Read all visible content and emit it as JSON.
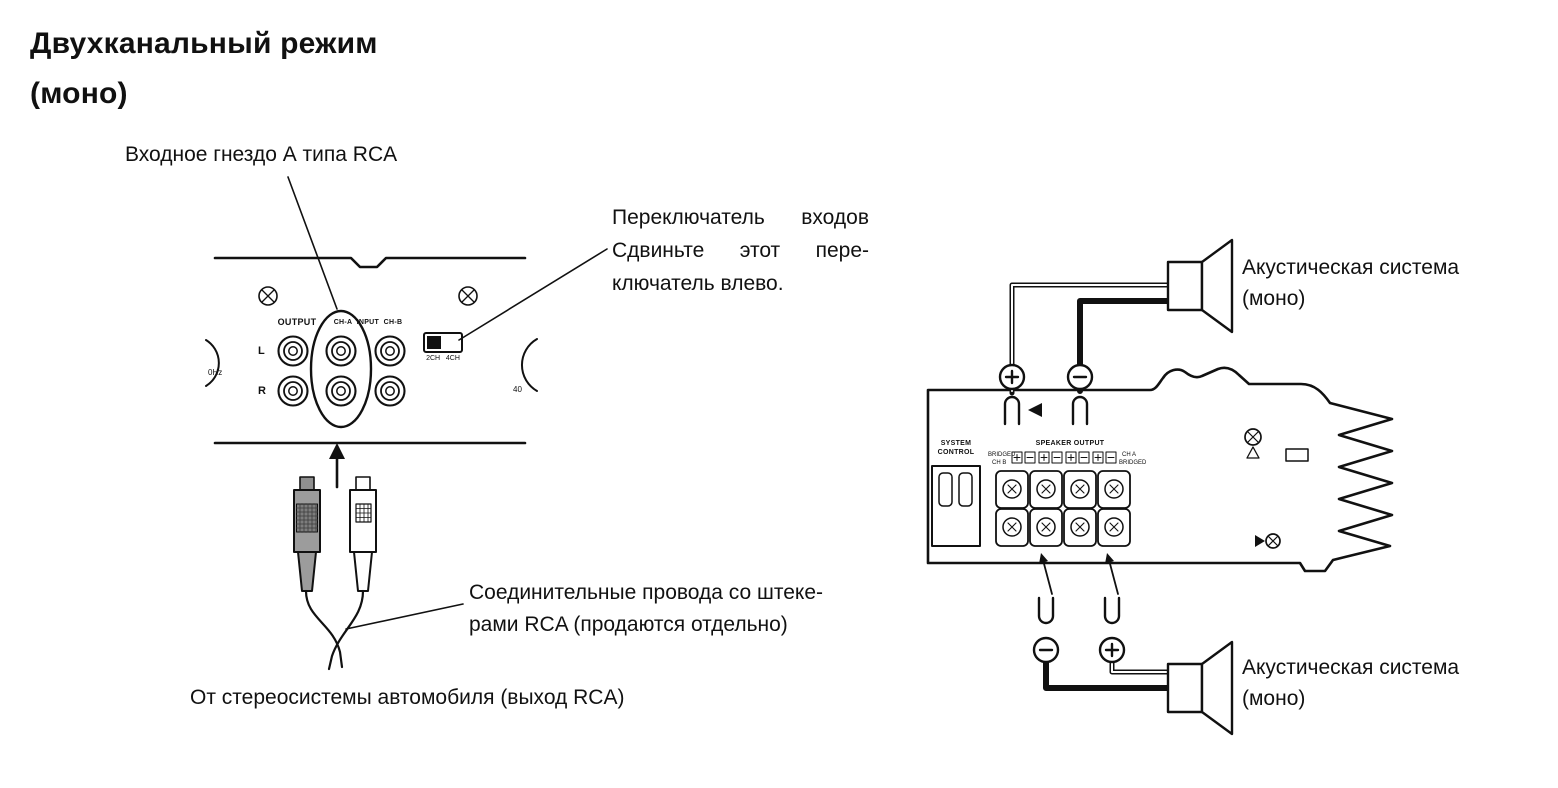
{
  "title": {
    "line1": "Двухканальный режим",
    "line2": "(моно)"
  },
  "callouts": {
    "input_jack": "Входное гнездо А типа RCA",
    "switch": {
      "line1": "Переключатель входов",
      "line2": "Сдвиньте этот пере-",
      "line3": "ключатель влево."
    },
    "cables": {
      "line1": "Соединительные провода со штеке-",
      "line2": "рами RCA (продаются отдельно)"
    },
    "from_stereo": "От стереосистемы автомобиля (выход RCA)",
    "speaker_top": {
      "line1": "Акустическая система",
      "line2": "(моно)"
    },
    "speaker_bottom": {
      "line1": "Акустическая система",
      "line2": "(моно)"
    }
  },
  "panel_text": {
    "output": "OUTPUT",
    "input_row": "CH-A  INPUT  CH-B",
    "l": "L",
    "r": "R",
    "switch_scale": "2CH   4CH",
    "freq_left": "0Hz",
    "freq_right": "40"
  },
  "amp_text": {
    "system": "SYSTEM",
    "control": "CONTROL",
    "speaker_output": "SPEAKER OUTPUT",
    "bridged_left": "BRIDGED",
    "ch_b": "CH B",
    "ch_a": "CH A",
    "bridged_right": "BRIDGED"
  },
  "colors": {
    "ink": "#111111",
    "plug_gray": "#9c9c9c"
  }
}
